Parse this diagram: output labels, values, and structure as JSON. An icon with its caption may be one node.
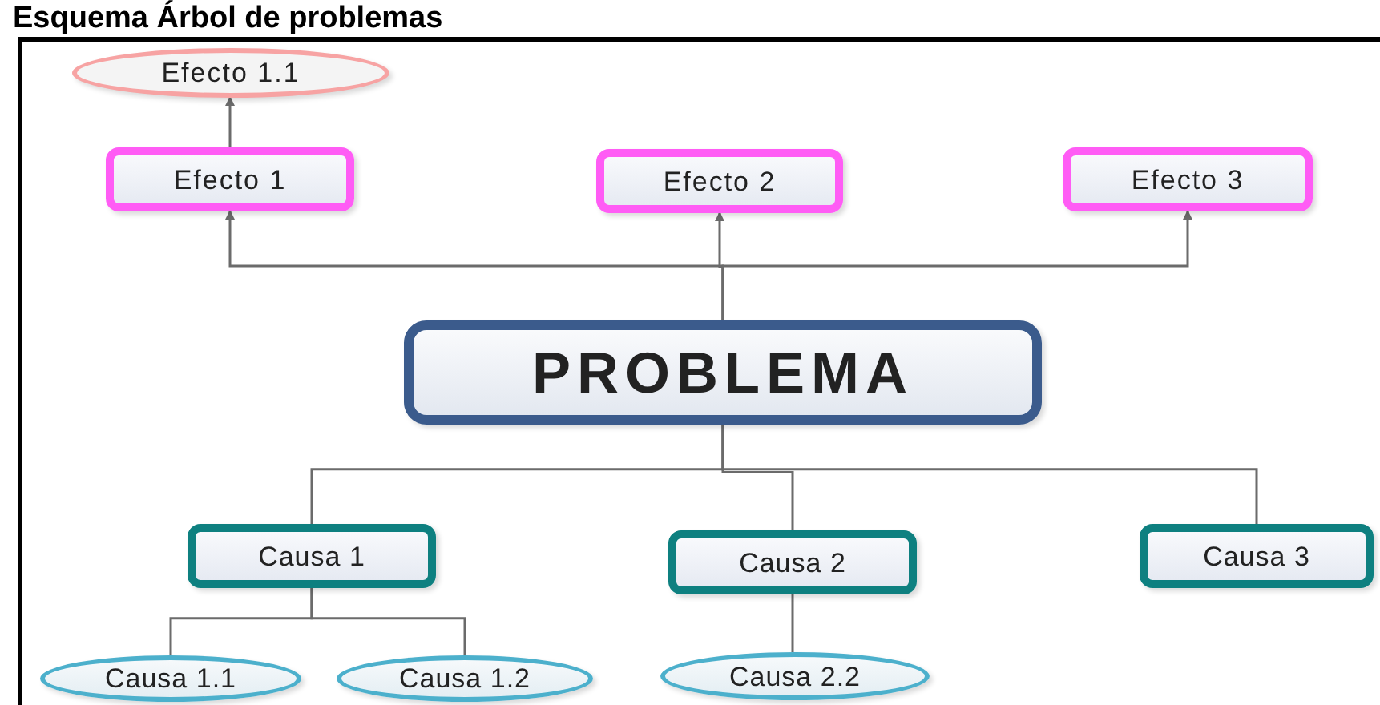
{
  "diagram": {
    "title": "Esquema Árbol de problemas",
    "nodes": [
      {
        "text": [
          "Efecto 1.1"
        ]
      },
      {
        "text": [
          "Efecto 1"
        ]
      },
      {
        "text": [
          "Efecto 2"
        ]
      },
      {
        "text": [
          "Efecto 3"
        ]
      },
      {
        "text": [
          "PROBLEMA"
        ]
      },
      {
        "text": [
          "Causa 1"
        ]
      },
      {
        "text": [
          "Causa 2"
        ]
      },
      {
        "text": [
          "Causa 3"
        ]
      },
      {
        "text": [
          "Causa 1.1"
        ]
      },
      {
        "text": [
          "Causa 1.2"
        ]
      },
      {
        "text": [
          "Causa 2.2"
        ]
      }
    ],
    "edges": [
      {
        "from": 1,
        "to": 0,
        "arrow": "to"
      },
      {
        "from": 4,
        "to": 1,
        "arrow": "to"
      },
      {
        "from": 4,
        "to": 2,
        "arrow": "to"
      },
      {
        "from": 4,
        "to": 3,
        "arrow": "to"
      },
      {
        "from": 4,
        "to": 5,
        "arrow": "none"
      },
      {
        "from": 4,
        "to": 6,
        "arrow": "none"
      },
      {
        "from": 4,
        "to": 7,
        "arrow": "none"
      },
      {
        "from": 5,
        "to": 8,
        "arrow": "none"
      },
      {
        "from": 5,
        "to": 9,
        "arrow": "none"
      },
      {
        "from": 6,
        "to": 10,
        "arrow": "none"
      }
    ]
  }
}
